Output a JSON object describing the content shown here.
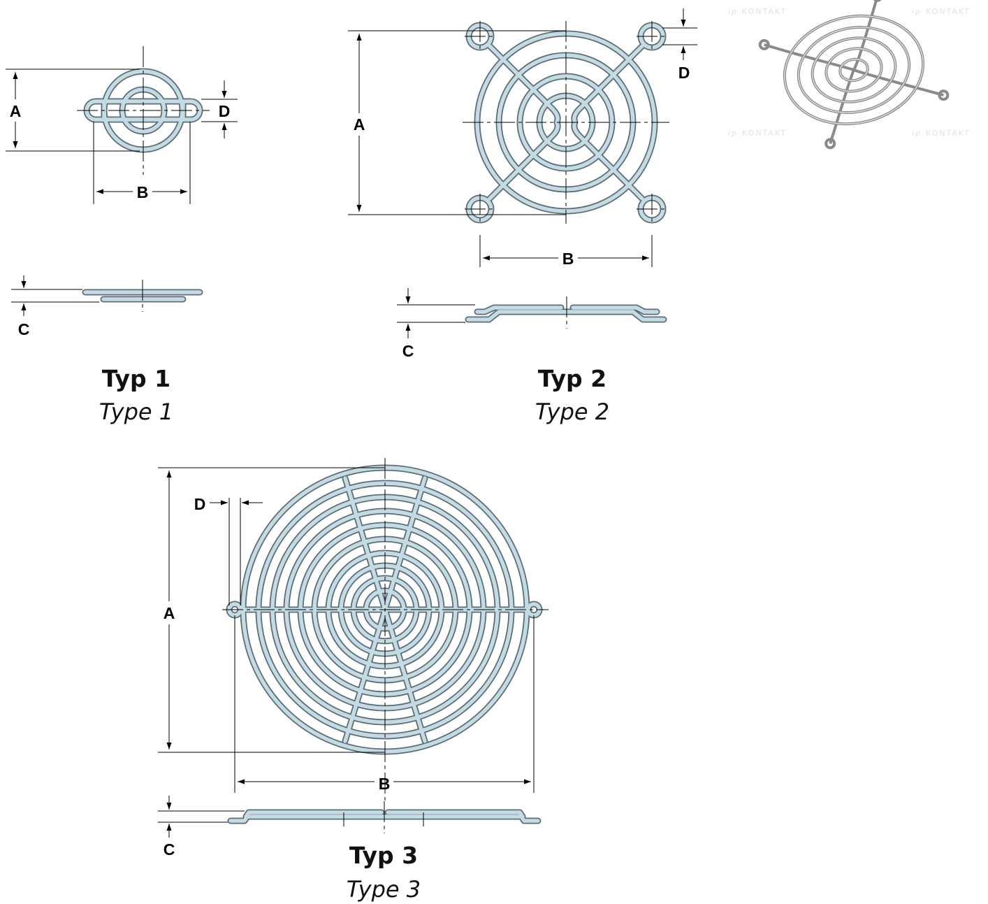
{
  "figures": [
    {
      "id": "type1",
      "title": "Typ 1",
      "subtitle": "Type 1",
      "dimension_labels": [
        "A",
        "B",
        "C",
        "D"
      ]
    },
    {
      "id": "type2",
      "title": "Typ 2",
      "subtitle": "Type 2",
      "dimension_labels": [
        "A",
        "B",
        "C",
        "D"
      ]
    },
    {
      "id": "type3",
      "title": "Typ 3",
      "subtitle": "Type 3",
      "dimension_labels": [
        "A",
        "B",
        "C",
        "D"
      ]
    }
  ],
  "watermark": {
    "prefix": "ip",
    "text": "KONTAKT"
  },
  "colors": {
    "wire_fill": "#c5dbe3",
    "wire_outline": "#5c6e78",
    "dimension_line": "#000000",
    "photo_metal": "#8a8a8a"
  }
}
